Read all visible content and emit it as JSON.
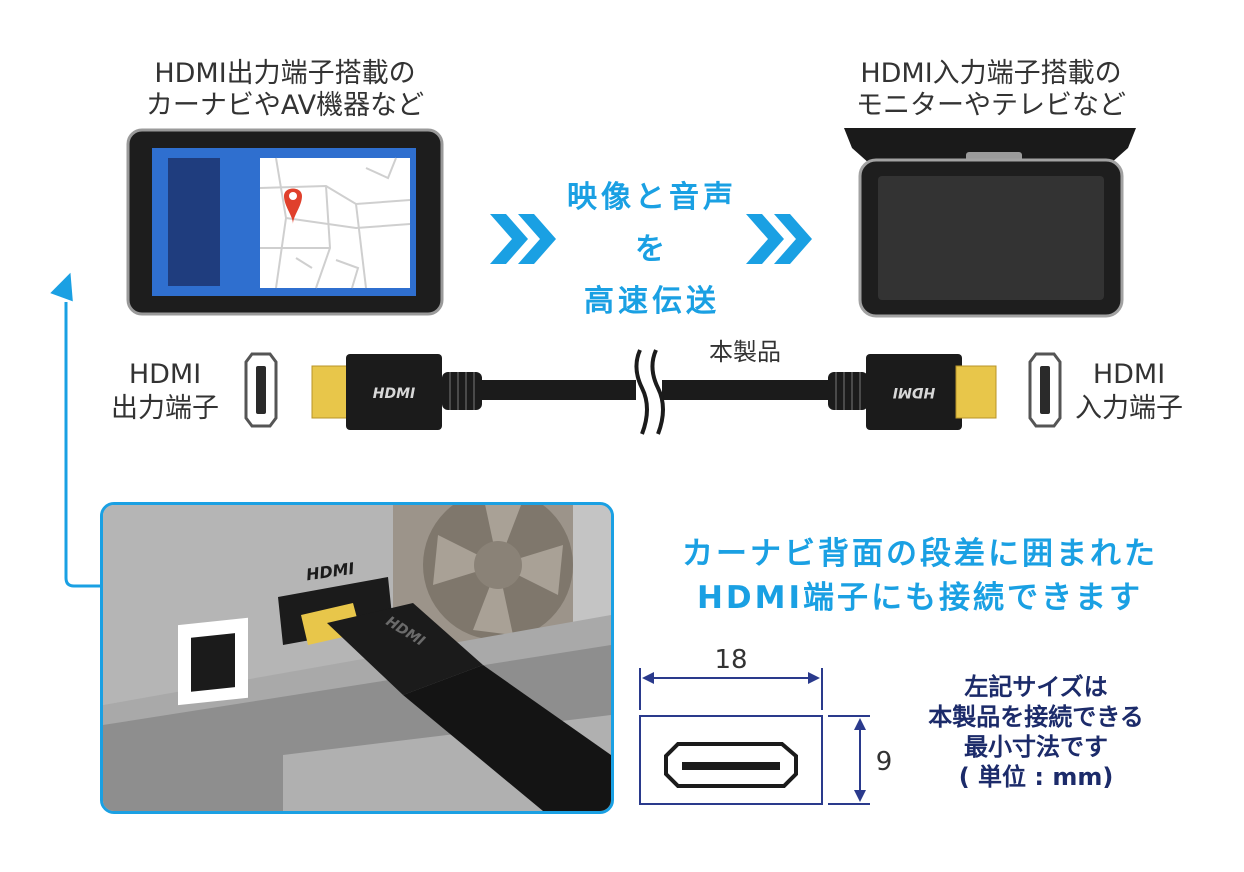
{
  "source": {
    "caption_line1": "HDMI出力端子搭載の",
    "caption_line2": "カーナビやAV機器など"
  },
  "destination": {
    "caption_line1": "HDMI入力端子搭載の",
    "caption_line2": "モニターやテレビなど"
  },
  "transfer": {
    "line1": "映像と音声を",
    "line2": "高速伝送"
  },
  "cable": {
    "product_label": "本製品",
    "plug_logo": "HDMI"
  },
  "left_port": {
    "label_line1": "HDMI",
    "label_line2": "出力端子"
  },
  "right_port": {
    "label_line1": "HDMI",
    "label_line2": "入力端子"
  },
  "photo": {
    "port_logo": "HDMI",
    "plug_logo": "HDMI"
  },
  "feature": {
    "line1": "カーナビ背面の段差に囲まれた",
    "line2": "HDMI端子にも接続できます"
  },
  "dimensions": {
    "width_value": "18",
    "height_value": "9",
    "note_line1": "左記サイズは",
    "note_line2": "本製品を接続できる",
    "note_line3": "最小寸法です",
    "note_line4": "( 単位 : mm)"
  },
  "colors": {
    "accent_blue": "#1aa0e3",
    "navy": "#1c2b6a",
    "dimension_line": "#2a3a8c",
    "gold_connector": "#e8c64a",
    "map_pin_red": "#e0402c"
  }
}
